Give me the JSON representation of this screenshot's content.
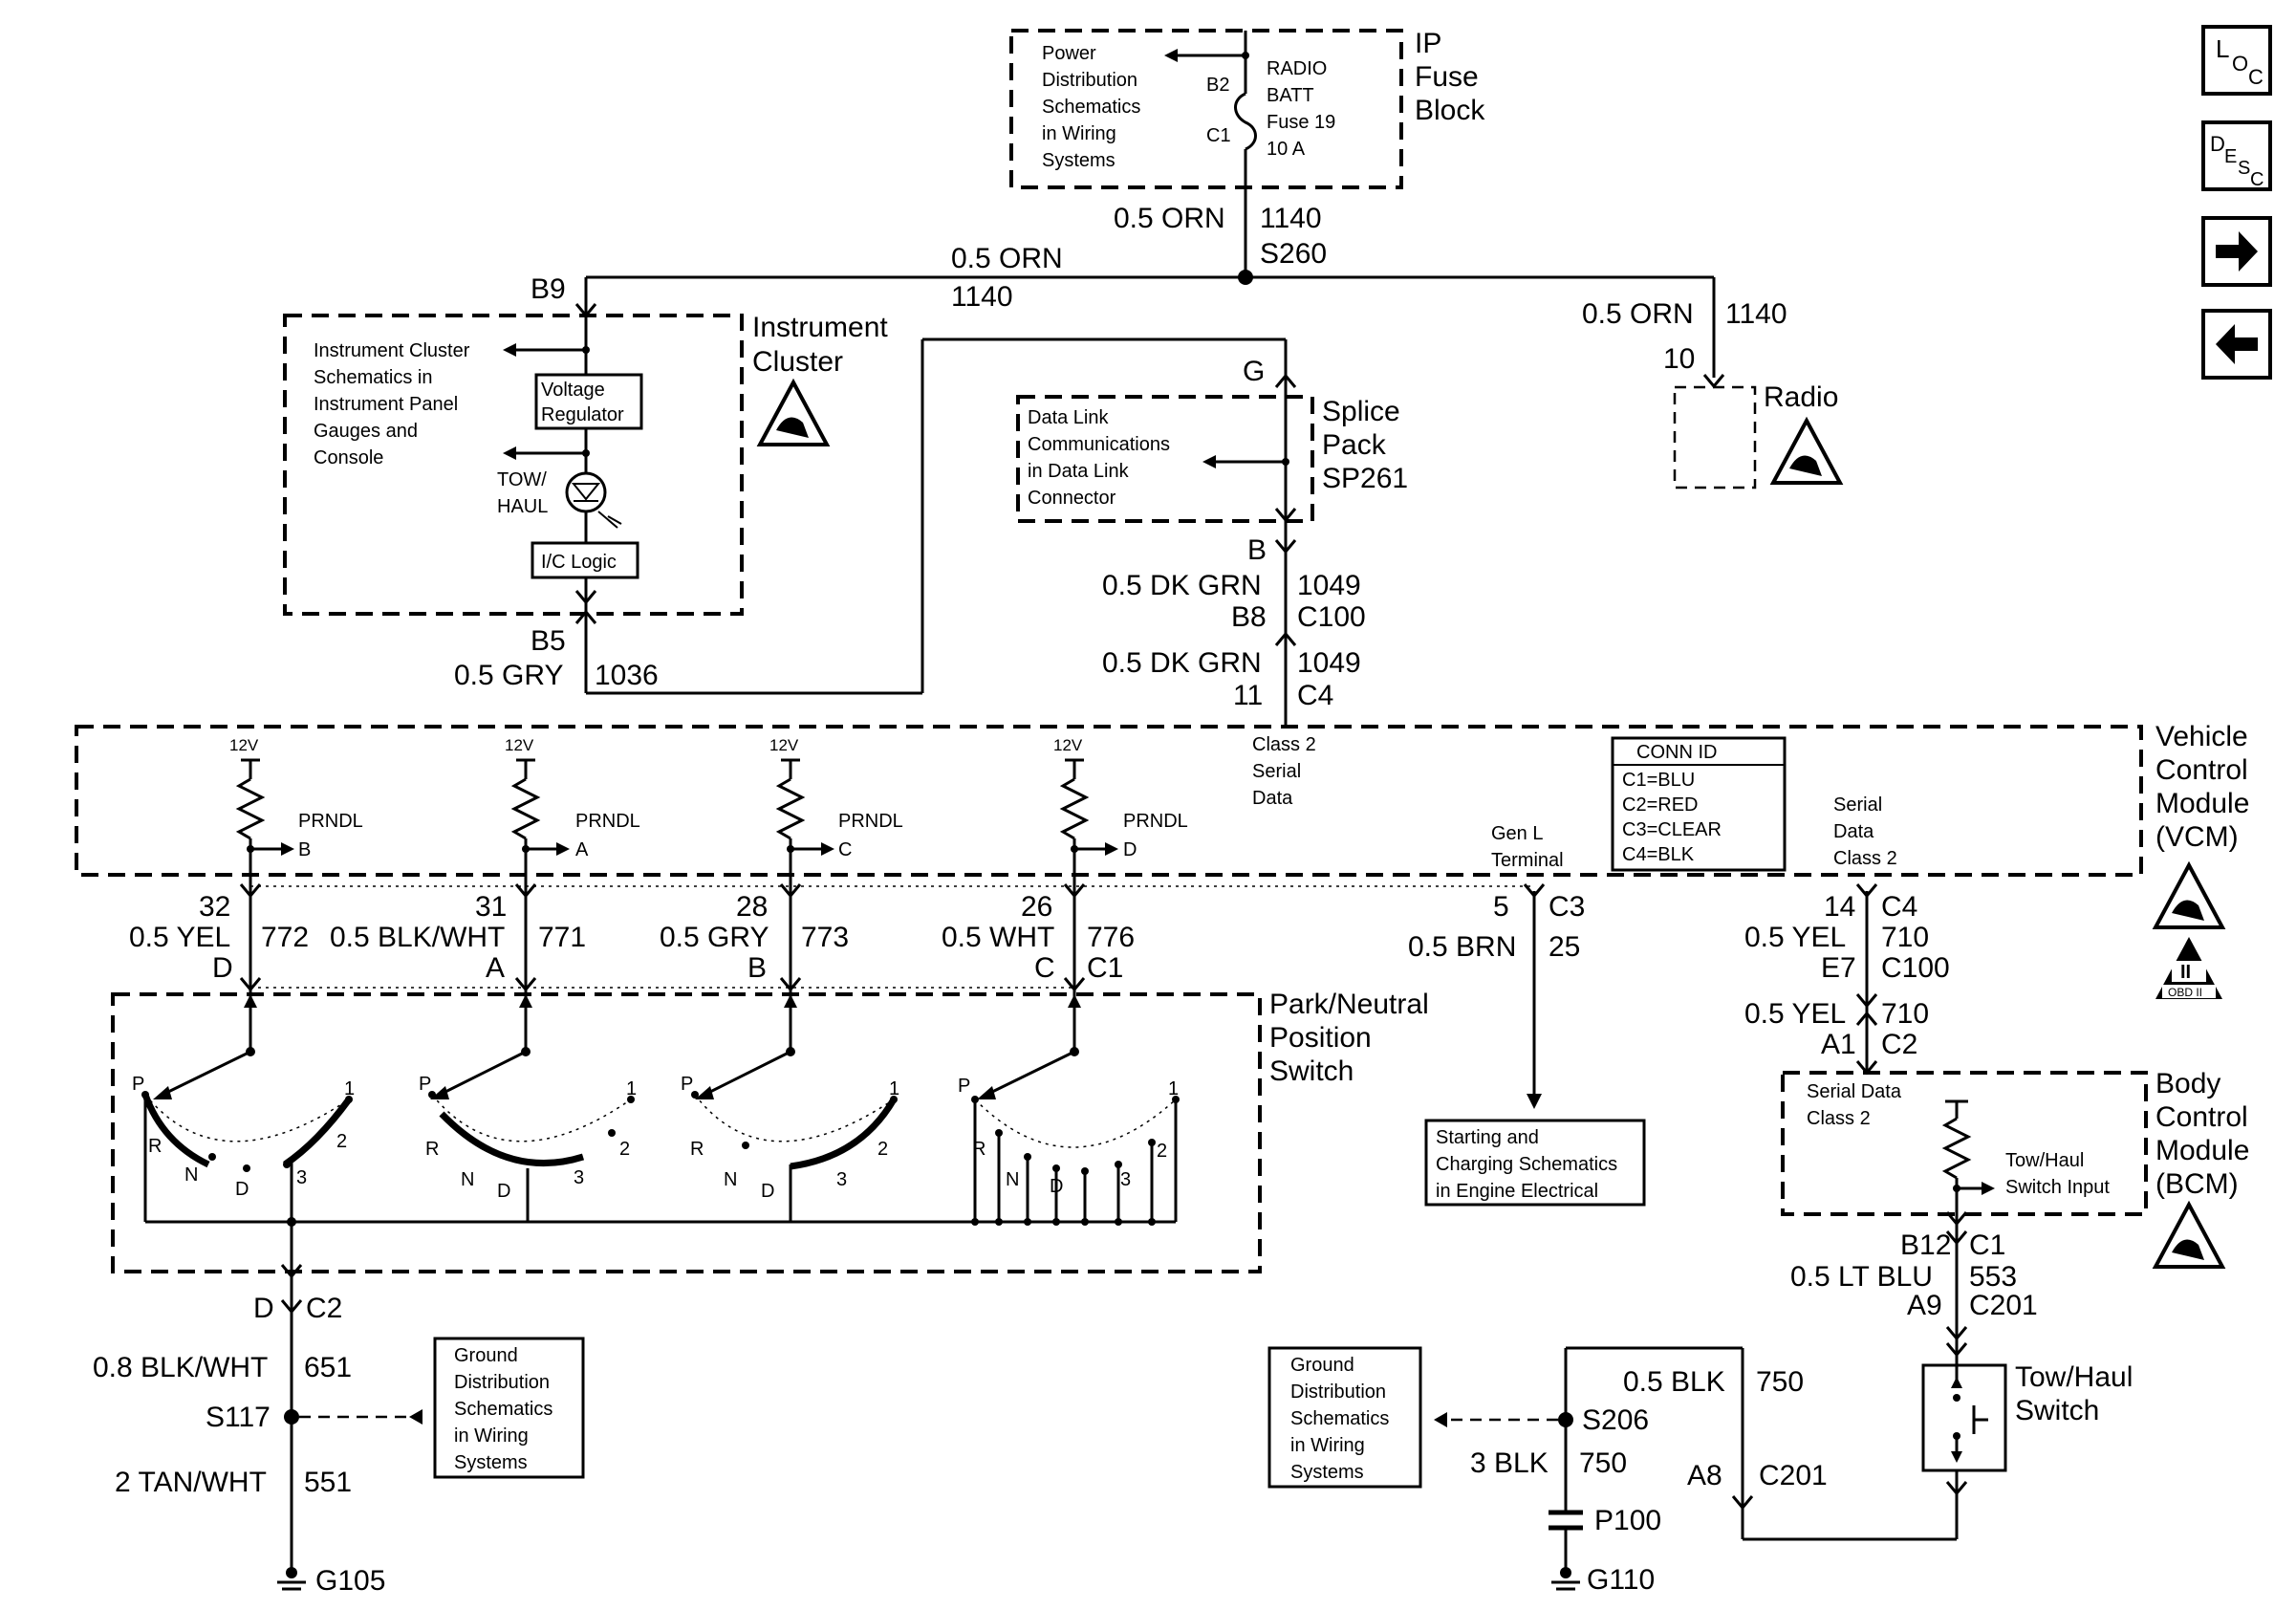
{
  "nav": {
    "loc_main": "L",
    "loc_sub": "O",
    "loc_sub2": "C",
    "desc_main": "D",
    "desc_sub": "E",
    "desc_sub2": "S",
    "desc_sub3": "C",
    "next_icon": "arrow-right-icon",
    "prev_icon": "arrow-left-icon"
  },
  "fuse_block": {
    "label_1": "IP",
    "label_2": "Fuse",
    "label_3": "Block",
    "ref_1": "Power",
    "ref_2": "Distribution",
    "ref_3": "Schematics",
    "ref_4": "in Wiring",
    "ref_5": "Systems",
    "fuse_1": "RADIO",
    "fuse_2": "BATT",
    "fuse_3": "Fuse 19",
    "fuse_4": "10 A",
    "pin_top": "B2",
    "pin_bottom": "C1"
  },
  "feed": {
    "wire": "0.5 ORN",
    "circuit": "1140",
    "splice": "S260",
    "ic_wire": "0.5 ORN",
    "ic_circuit": "1140",
    "ic_pin": "B9",
    "radio_wire": "0.5 ORN",
    "radio_circuit": "1140",
    "radio_pin": "10",
    "radio_label": "Radio"
  },
  "instrument_cluster": {
    "label_1": "Instrument",
    "label_2": "Cluster",
    "ref_1": "Instrument Cluster",
    "ref_2": "Schematics in",
    "ref_3": "Instrument Panel",
    "ref_4": "Gauges and",
    "ref_5": "Console",
    "regulator_1": "Voltage",
    "regulator_2": "Regulator",
    "lamp_1": "TOW/",
    "lamp_2": "HAUL",
    "logic": "I/C Logic",
    "out_pin": "B5",
    "out_wire": "0.5 GRY",
    "out_circuit": "1036"
  },
  "splice_pack": {
    "label_1": "Splice",
    "label_2": "Pack",
    "label_3": "SP261",
    "pin_top": "G",
    "pin_bottom": "B",
    "ref_1": "Data Link",
    "ref_2": "Communications",
    "ref_3": "in Data Link",
    "ref_4": "Connector",
    "wire_1": "0.5 DK GRN",
    "circuit_1": "1049",
    "pin_b8": "B8",
    "conn_c100": "C100",
    "wire_2": "0.5 DK GRN",
    "circuit_2": "1049",
    "pin_11": "11",
    "conn_c4": "C4"
  },
  "vcm": {
    "label_1": "Vehicle",
    "label_2": "Control",
    "label_3": "Module",
    "label_4": "(VCM)",
    "class2_1": "Class 2",
    "class2_2": "Serial",
    "class2_3": "Data",
    "genl_1": "Gen L",
    "genl_2": "Terminal",
    "serial_1": "Serial",
    "serial_2": "Data",
    "serial_3": "Class 2",
    "conn_id_title": "CONN ID",
    "conn_1": "C1=BLU",
    "conn_2": "C2=RED",
    "conn_3": "C3=CLEAR",
    "conn_4": "C4=BLK",
    "v12": "12V",
    "prndl": "PRNDL",
    "in_a": "A",
    "in_b": "B",
    "in_c": "C",
    "in_d": "D",
    "obd": "OBD II",
    "obd_mark": "II"
  },
  "prndl_wires": [
    {
      "pin": "32",
      "wire": "0.5 YEL",
      "circuit": "772",
      "sw": "D"
    },
    {
      "pin": "31",
      "wire": "0.5 BLK/WHT",
      "circuit": "771",
      "sw": "A"
    },
    {
      "pin": "28",
      "wire": "0.5 GRY",
      "circuit": "773",
      "sw": "B"
    },
    {
      "pin": "26",
      "wire": "0.5 WHT",
      "circuit": "776",
      "sw": "C"
    }
  ],
  "c1": "C1",
  "genl_wire": {
    "pin": "5",
    "conn": "C3",
    "wire": "0.5 BRN",
    "circuit": "25"
  },
  "starting": {
    "ref_1": "Starting and",
    "ref_2": "Charging Schematics",
    "ref_3": "in Engine Electrical"
  },
  "serial_wire": {
    "pin": "14",
    "conn": "C4",
    "wire": "0.5 YEL",
    "circuit": "710",
    "pin_e7": "E7",
    "conn_c100": "C100",
    "wire_2": "0.5 YEL",
    "circuit_2": "710",
    "pin_a1": "A1",
    "conn_c2": "C2"
  },
  "pnp_switch": {
    "label_1": "Park/Neutral",
    "label_2": "Position",
    "label_3": "Switch",
    "p": "P",
    "r": "R",
    "n": "N",
    "d": "D",
    "n3": "3",
    "n2": "2",
    "n1": "1"
  },
  "ground_left": {
    "pin": "D",
    "conn": "C2",
    "wire_1": "0.8 BLK/WHT",
    "circuit_1": "651",
    "splice": "S117",
    "wire_2": "2 TAN/WHT",
    "circuit_2": "551",
    "ground": "G105",
    "ref_1": "Ground",
    "ref_2": "Distribution",
    "ref_3": "Schematics",
    "ref_4": "in Wiring",
    "ref_5": "Systems"
  },
  "bcm": {
    "label_1": "Body",
    "label_2": "Control",
    "label_3": "Module",
    "label_4": "(BCM)",
    "serial_1": "Serial Data",
    "serial_2": "Class 2",
    "input_1": "Tow/Haul",
    "input_2": "Switch Input",
    "pin_b12": "B12",
    "conn_c1": "C1",
    "wire": "0.5 LT BLU",
    "circuit": "553",
    "pin_a9": "A9",
    "conn_c201": "C201"
  },
  "tow_switch": {
    "label_1": "Tow/Haul",
    "label_2": "Switch"
  },
  "ground_right": {
    "ref_1": "Ground",
    "ref_2": "Distribution",
    "ref_3": "Schematics",
    "ref_4": "in Wiring",
    "ref_5": "Systems",
    "wire_1": "0.5 BLK",
    "circuit_1": "750",
    "splice": "S206",
    "wire_2": "3 BLK",
    "circuit_2": "750",
    "pin_a8": "A8",
    "conn_c201": "C201",
    "p100": "P100",
    "ground": "G110"
  }
}
